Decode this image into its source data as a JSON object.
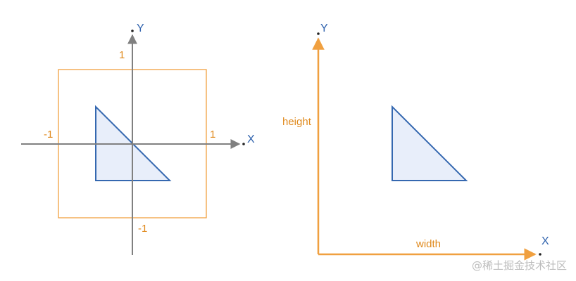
{
  "colors": {
    "axis_gray": "#808080",
    "orange": "#f0a040",
    "blue": "#3568b0",
    "tri_fill": "#e8eefa",
    "label_orange": "#e08a1e",
    "label_blue": "#2f62ad",
    "watermark": "#bcbcbc"
  },
  "left_panel": {
    "y_axis_label": "Y",
    "x_axis_label": "X",
    "tick_top": "1",
    "tick_left": "-1",
    "tick_right": "1",
    "tick_bottom": "-1"
  },
  "right_panel": {
    "y_axis_label": "Y",
    "x_axis_label": "X",
    "height_label": "height",
    "width_label": "width"
  },
  "watermark": "@稀土掘金技术社区"
}
